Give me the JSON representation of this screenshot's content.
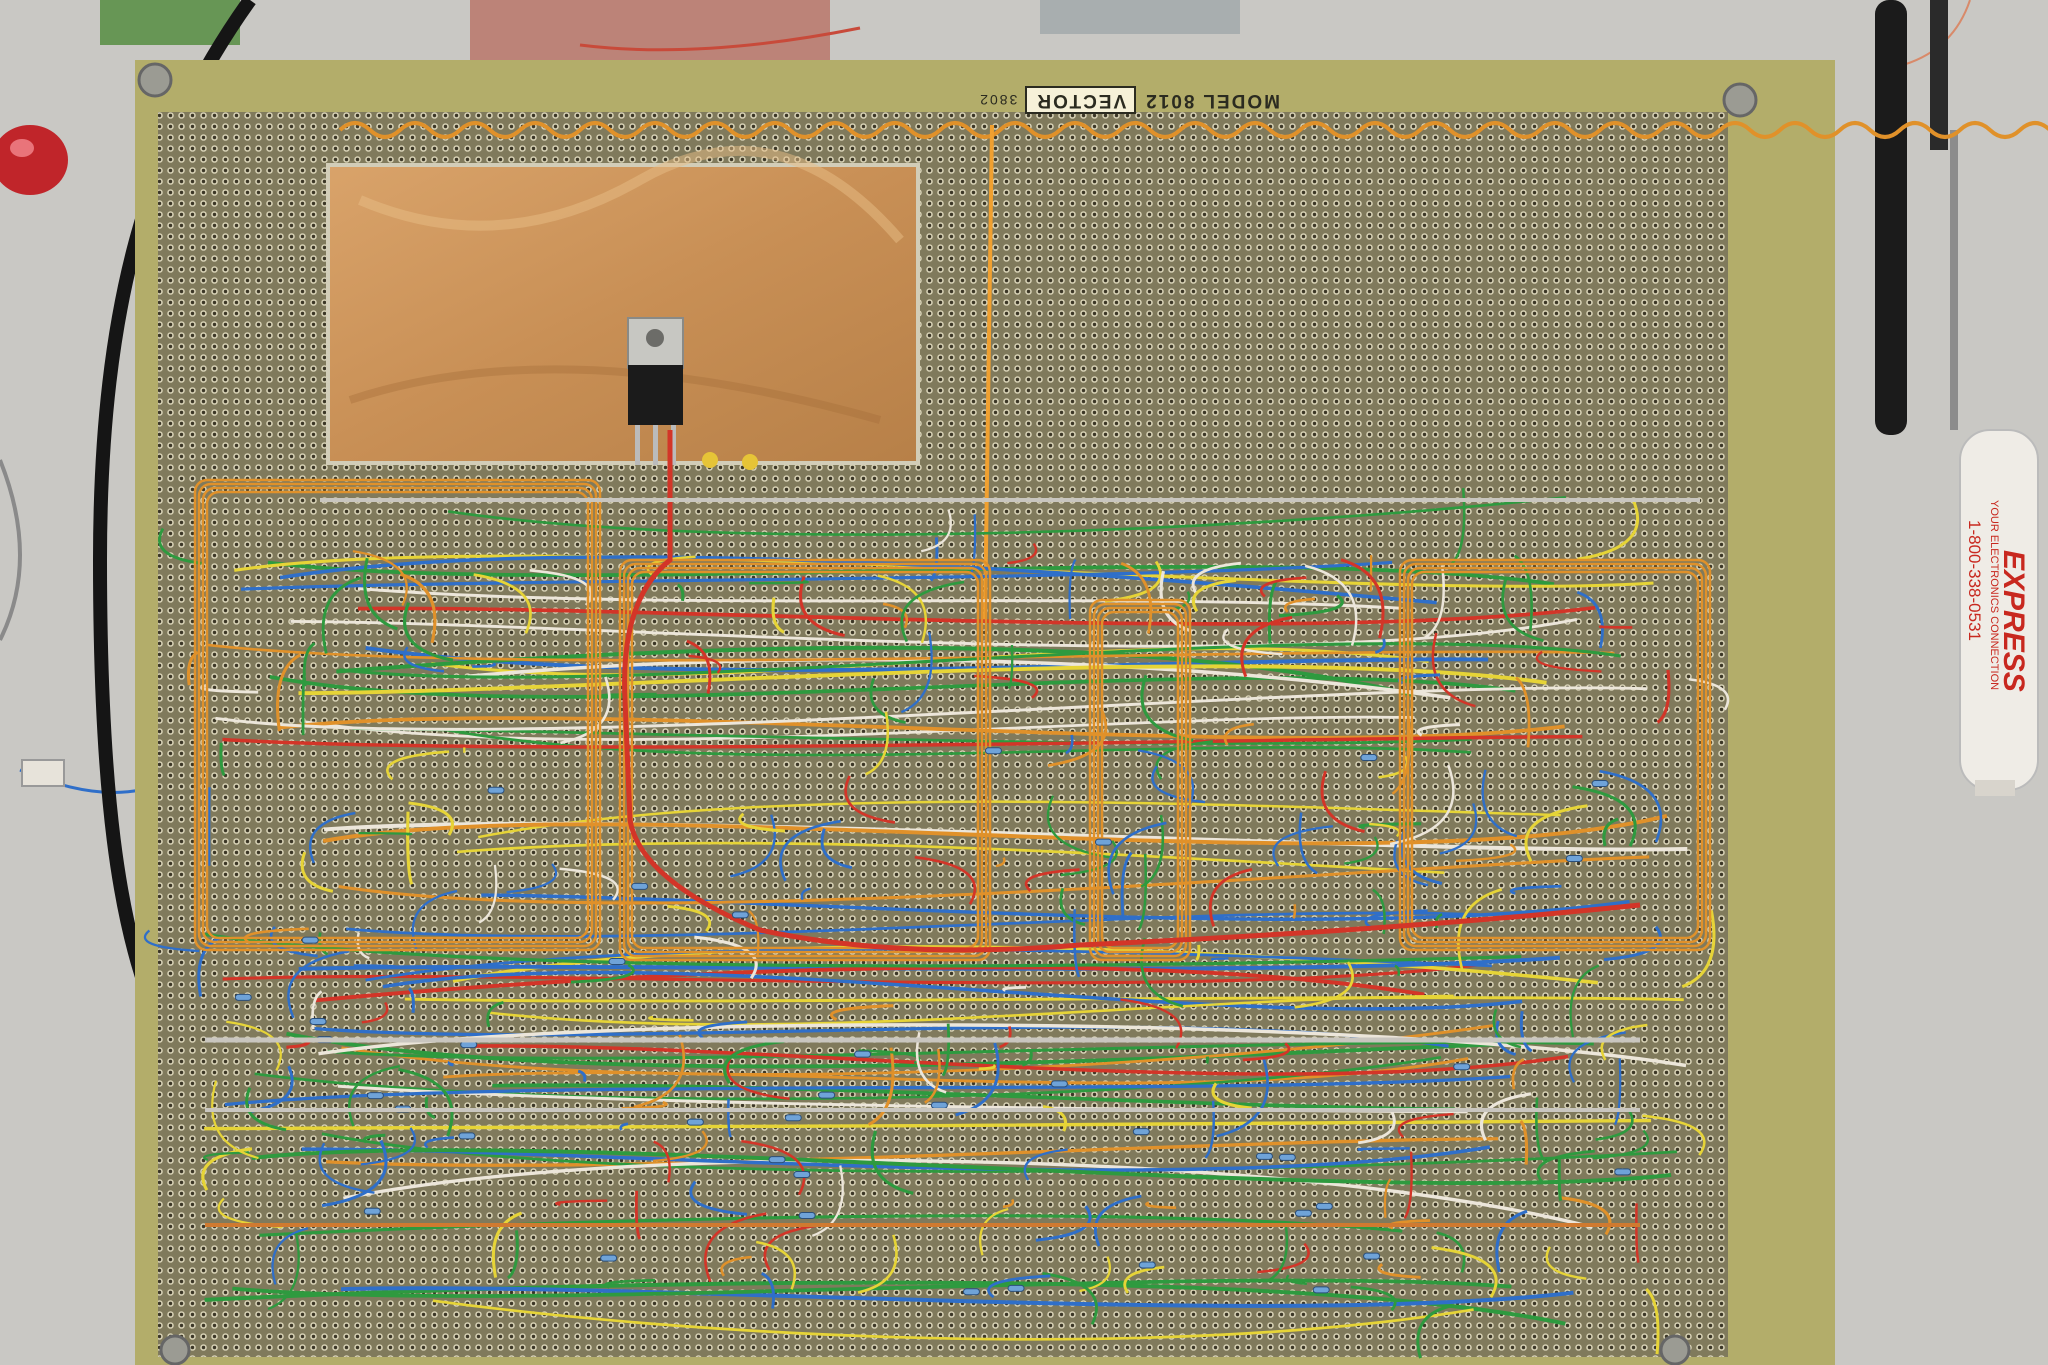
{
  "board": {
    "model_text": "MODEL 8012",
    "brand_text": "VECTOR",
    "code_text": "3802"
  },
  "screwdriver": {
    "brand": "EXPRESS",
    "tagline": "YOUR ELECTRONICS CONNECTION",
    "phone": "1-800-338-0531"
  },
  "colors": {
    "table": "#c9c8c4",
    "board": "#b3ad6a",
    "perf_area": "#7a7356",
    "copper": "#c8925a",
    "wire_blue": "#2f6fc9",
    "wire_green": "#2e9a3f",
    "wire_red": "#d33528",
    "wire_orange": "#e0912a",
    "wire_yellow": "#e6d437",
    "wire_white": "#ece6da"
  }
}
